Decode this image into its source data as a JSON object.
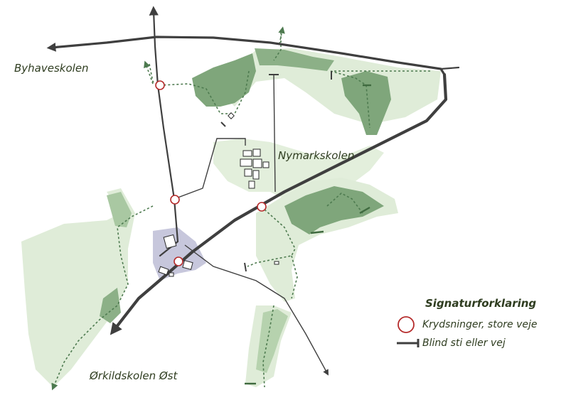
{
  "labels": {
    "byhaveskolen": "Byhaveskolen",
    "nymarkskolen": "Nymarkskolen",
    "orkildskolen_ost": "Ørkildskolen Øst"
  },
  "legend": {
    "title": "Signaturforklaring",
    "items": [
      {
        "label": "Krydsninger, store veje",
        "icon": "circle-marker-icon"
      },
      {
        "label": "Blind sti eller vej",
        "icon": "dead-end-icon"
      }
    ]
  },
  "colors": {
    "road": "#3f3f3f",
    "path": "#4d7a4f",
    "forest": "#7fa67b",
    "green_light": "#dfecd8",
    "green_mid": "#c9dfc2",
    "built_area": "#c7c7dc",
    "crossing": "#b52b2b",
    "text": "#2f3d20"
  }
}
